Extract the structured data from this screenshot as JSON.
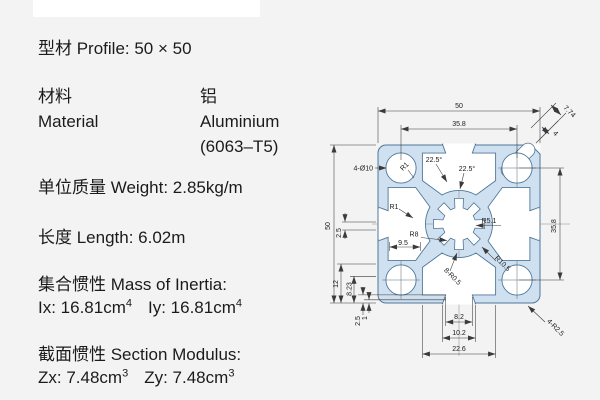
{
  "specs": {
    "profile_line": "型材 Profile: 50 × 50",
    "material": {
      "label_zh": "材料",
      "label_en": "Material",
      "value_zh": "铝",
      "value_en": "Aluminium",
      "value_note": "(6063–T5)"
    },
    "weight_line": "单位质量 Weight: 2.85kg/m",
    "length_line": "长度 Length: 6.02m",
    "inertia": {
      "title": "集合惯性 Mass of Inertia:",
      "ix": "Ix: 16.81cm",
      "ix_exp": "4",
      "iy": "Iy: 16.81cm",
      "iy_exp": "4"
    },
    "modulus": {
      "title": "截面惯性 Section Modulus:",
      "zx": "Zx: 7.48cm",
      "zx_exp": "3",
      "zy": "Zy: 7.48cm",
      "zy_exp": "3"
    }
  },
  "drawing": {
    "dims": {
      "dim_50": "50",
      "dim_358": "35.8",
      "diag_len": "7.74",
      "diag_w": "4",
      "corner_holes": "4-Ø10",
      "angle": "22.5°",
      "r1": "R1",
      "dim_25": "2.5",
      "dim_95": "9.5",
      "dim_12": "12",
      "dim_823": "8.23",
      "dim_1": "1",
      "corner_radius": "4-R2.5",
      "bore_r": "R5.1",
      "gear_r": "R8",
      "hub_r": "R10.5",
      "notch_r": "8-R0.5",
      "mouth_inner": "8.2",
      "mouth_outer": "10.2",
      "cavity_w": "22.6"
    },
    "colors": {
      "fill": "#cfe0f1",
      "outline": "#4f7798",
      "dim_line": "#3a3a3a"
    }
  }
}
